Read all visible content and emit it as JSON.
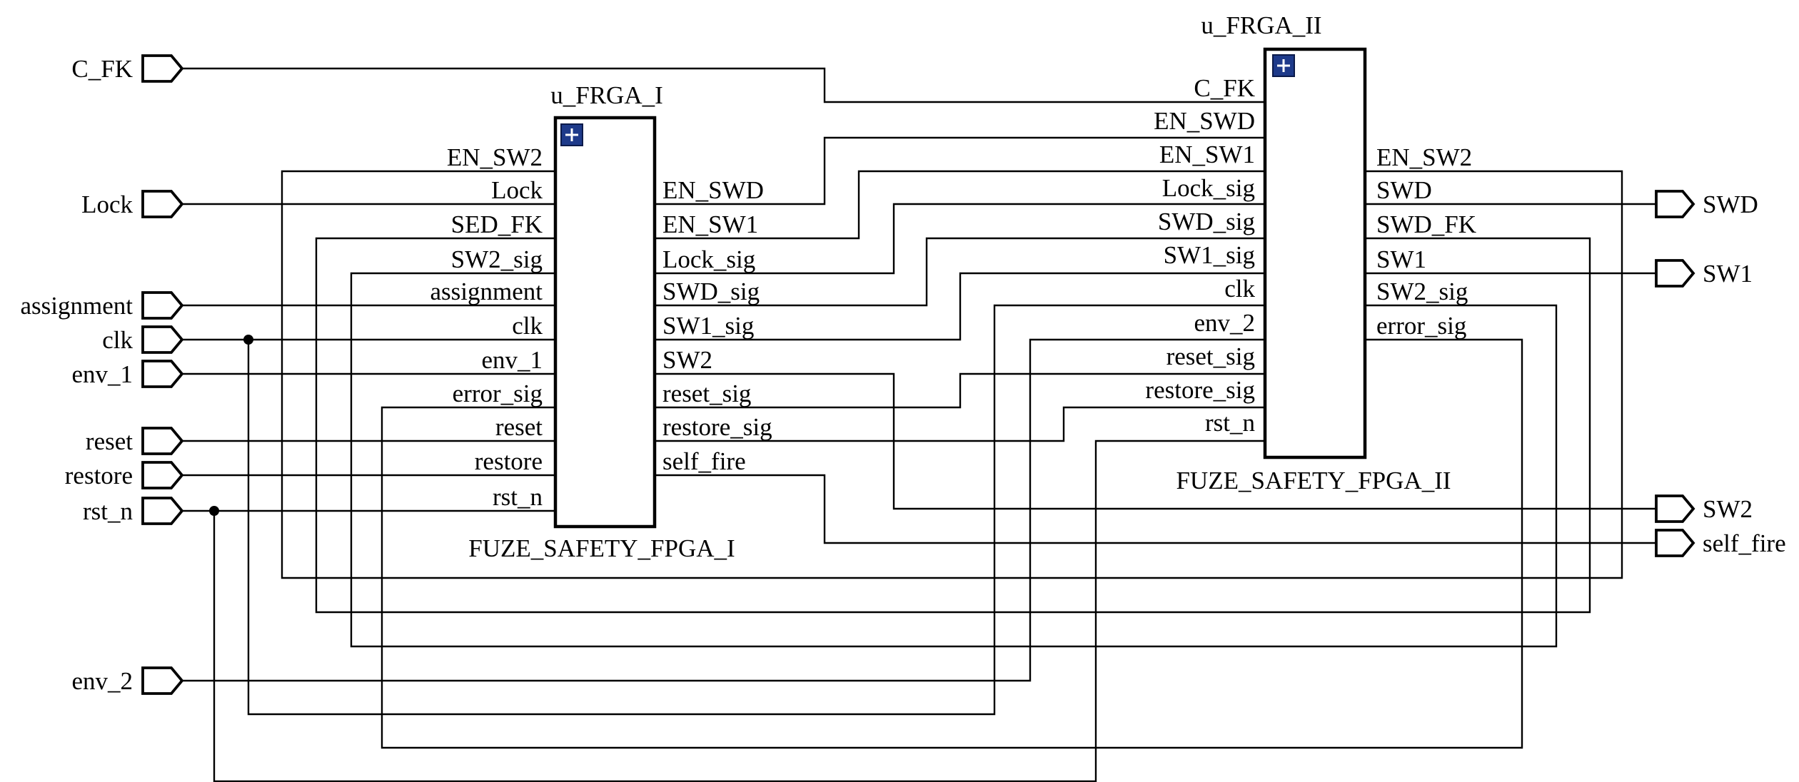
{
  "inputs": {
    "c_fk": "C_FK",
    "lock": "Lock",
    "assignment": "assignment",
    "clk": "clk",
    "env_1": "env_1",
    "reset": "reset",
    "restore": "restore",
    "rst_n": "rst_n",
    "env_2": "env_2"
  },
  "outputs": {
    "swd": "SWD",
    "sw1": "SW1",
    "sw2": "SW2",
    "self_fire": "self_fire"
  },
  "block1": {
    "instance": "u_FRGA_I",
    "module": "FUZE_SAFETY_FPGA_I",
    "left_pins": [
      "EN_SW2",
      "Lock",
      "SED_FK",
      "SW2_sig",
      "assignment",
      "clk",
      "env_1",
      "error_sig",
      "reset",
      "restore",
      "rst_n"
    ],
    "right_pins": [
      "EN_SWD",
      "EN_SW1",
      "Lock_sig",
      "SWD_sig",
      "SW1_sig",
      "SW2",
      "reset_sig",
      "restore_sig",
      "self_fire"
    ]
  },
  "block2": {
    "instance": "u_FRGA_II",
    "module": "FUZE_SAFETY_FPGA_II",
    "left_pins": [
      "C_FK",
      "EN_SWD",
      "EN_SW1",
      "Lock_sig",
      "SWD_sig",
      "SW1_sig",
      "clk",
      "env_2",
      "reset_sig",
      "restore_sig",
      "rst_n"
    ],
    "right_pins": [
      "EN_SW2",
      "SWD",
      "SWD_FK",
      "SW1",
      "SW2_sig",
      "error_sig"
    ]
  }
}
